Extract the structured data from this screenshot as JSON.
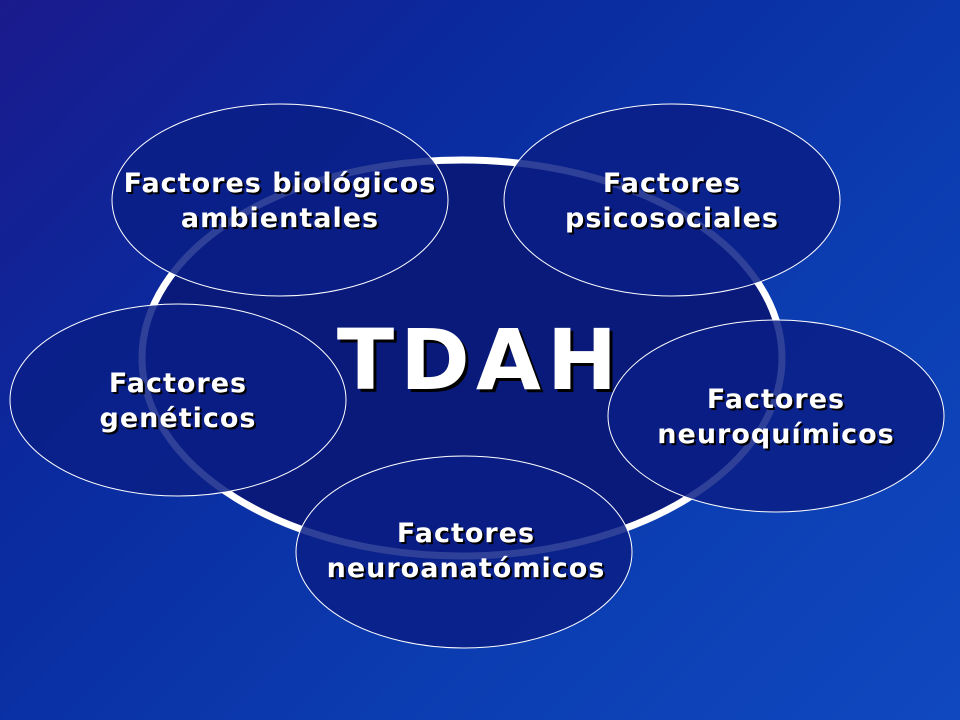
{
  "center": {
    "title": "TDAH"
  },
  "factors": {
    "biologicos": {
      "line1": "Factores biológicos",
      "line2": "ambientales"
    },
    "psicosociales": {
      "line1": "Factores",
      "line2": "psicosociales"
    },
    "geneticos": {
      "line1": "Factores",
      "line2": "genéticos"
    },
    "neuroquimicos": {
      "line1": "Factores",
      "line2": "neuroquímicos"
    },
    "neuroanatomicos": {
      "line1": "Factores",
      "line2": "neuroanatómicos"
    }
  },
  "colors": {
    "background_start": "#1a1a8c",
    "background_end": "#1048c0",
    "central_ellipse_fill": "#0a1a7a",
    "central_ellipse_stroke": "#ffffff",
    "satellite_fill": "#0b1f86",
    "satellite_stroke": "#ffffff",
    "text": "#ffffff",
    "text_shadow": "#000000"
  }
}
